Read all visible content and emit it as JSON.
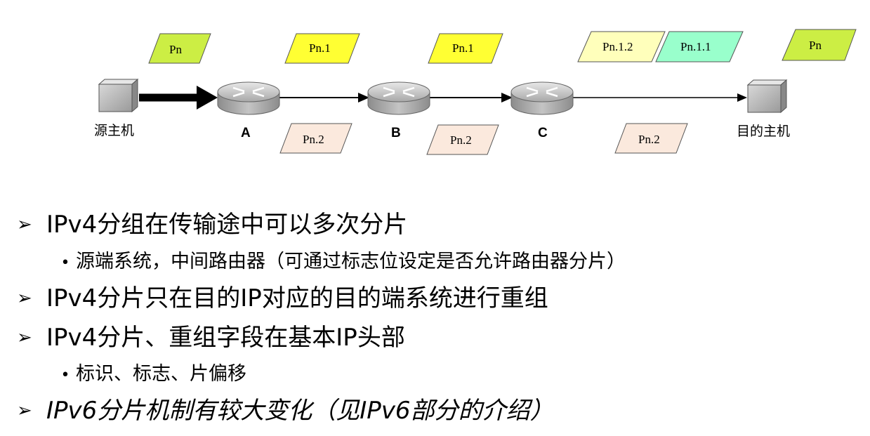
{
  "diagram": {
    "source_host": "源主机",
    "dest_host": "目的主机",
    "routers": [
      "A",
      "B",
      "C"
    ],
    "packets": {
      "p_src": "Pn",
      "p_a_top": "Pn.1",
      "p_b_top": "Pn.1",
      "p_c_top1": "Pn.1.2",
      "p_c_top2": "Pn.1.1",
      "p_dest": "Pn",
      "p_a_bot": "Pn.2",
      "p_b_bot": "Pn.2",
      "p_c_bot": "Pn.2"
    },
    "colors": {
      "green": "#ccee44",
      "yellow": "#ffff33",
      "light_yellow": "#ffffbb",
      "teal": "#99ffcc",
      "peach": "#fbe9dd",
      "gray": "#b0b0b0"
    }
  },
  "bullets": [
    {
      "level": 1,
      "text": "IPv4分组在传输途中可以多次分片"
    },
    {
      "level": 2,
      "text": "源端系统，中间路由器（可通过标志位设定是否允许路由器分片）"
    },
    {
      "level": 1,
      "text": "IPv4分片只在目的IP对应的目的端系统进行重组"
    },
    {
      "level": 1,
      "text": "IPv4分片、重组字段在基本IP头部"
    },
    {
      "level": 2,
      "text": "标识、标志、片偏移"
    },
    {
      "level": 1,
      "text": "IPv6分片机制有较大变化（见IPv6部分的介绍）",
      "italic": true
    }
  ]
}
